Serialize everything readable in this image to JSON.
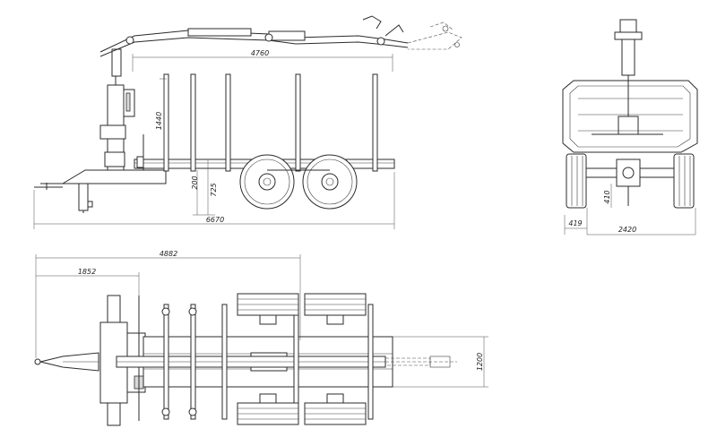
{
  "dimensions": {
    "side_view": {
      "boom_span": "4760",
      "stake_height": "1440",
      "frame_height": "725",
      "clearance": "200",
      "overall_length": "6670"
    },
    "rear_view": {
      "wheel_width": "419",
      "axle_height": "410",
      "overall_width": "2420"
    },
    "top_view": {
      "length_to_axle": "4882",
      "length_to_crane": "1852",
      "frame_width": "1200"
    }
  }
}
